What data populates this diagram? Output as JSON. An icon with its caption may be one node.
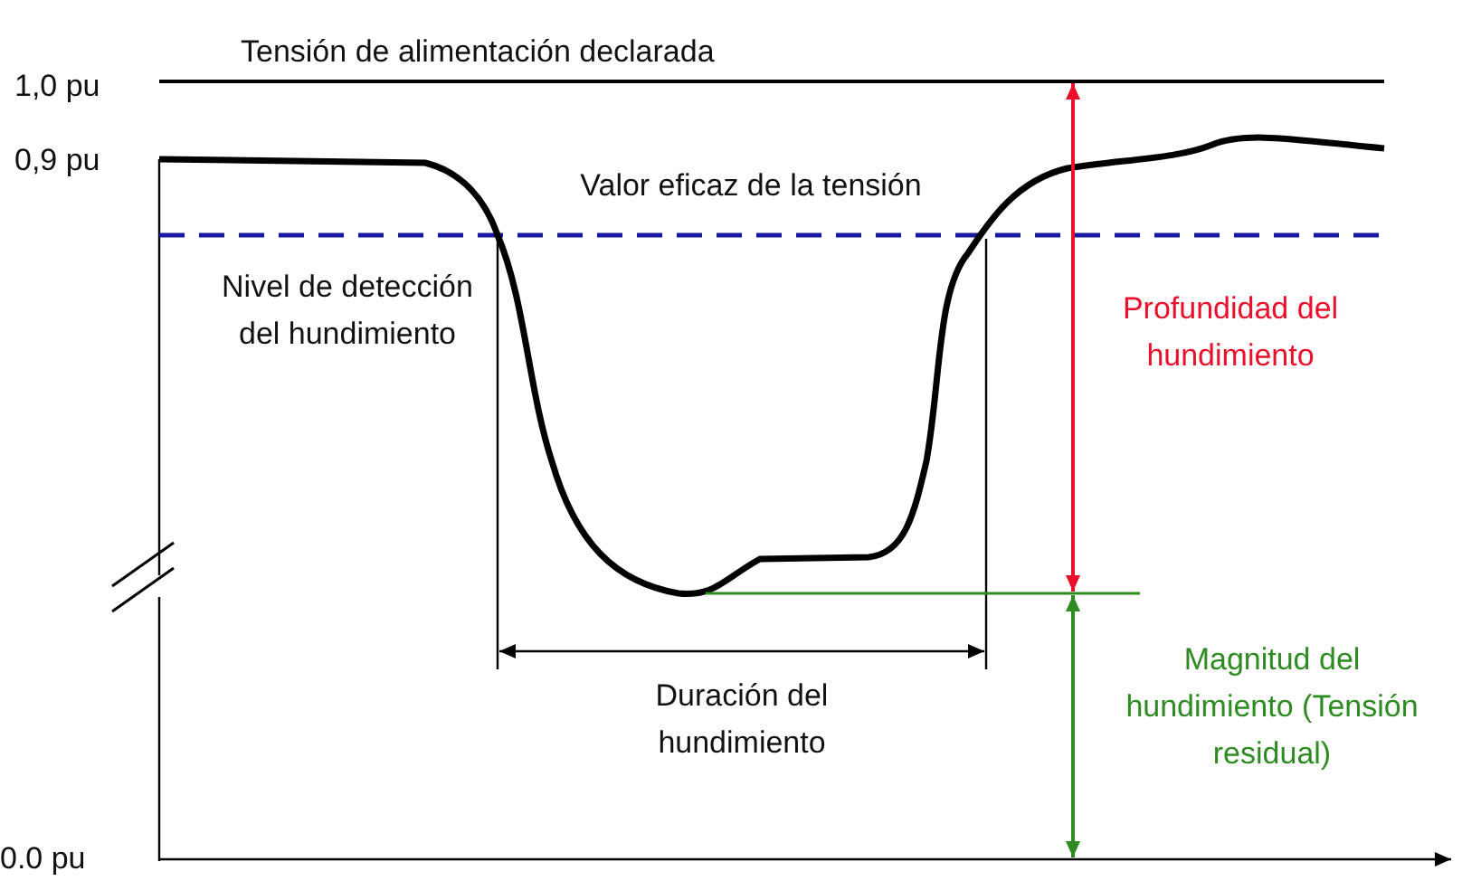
{
  "diagram": {
    "labels": [
      "Tensión de alimentación declarada",
      "1,0 pu",
      "0,9 pu",
      "Valor eficaz de la tensión",
      "Nivel de detección del hundimiento",
      "Profundidad del hundimiento",
      "Magnitud del hundimiento (Tensión residual)",
      "Duración del hundimiento",
      "0.0 pu"
    ]
  }
}
